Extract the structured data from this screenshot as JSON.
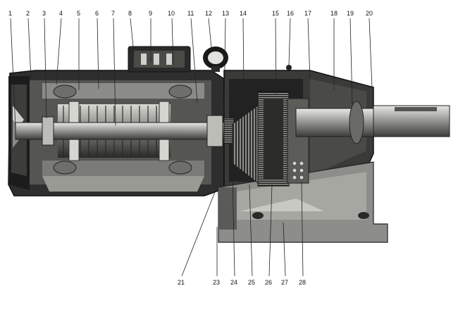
{
  "callouts_top": [
    "1",
    "2",
    "3",
    "4",
    "5",
    "6",
    "7",
    "8",
    "9",
    "10",
    "11",
    "12",
    "13",
    "14",
    "15",
    "16",
    "17",
    "18",
    "19",
    "20"
  ],
  "callouts_bottom": [
    "21",
    "23",
    "24",
    "25",
    "26",
    "27",
    "28"
  ],
  "colors": {
    "housing": "#3a3a3a",
    "housing_light": "#8a8a86",
    "metal": "#cfcfcb",
    "dark": "#111111",
    "background": "#ffffff"
  }
}
